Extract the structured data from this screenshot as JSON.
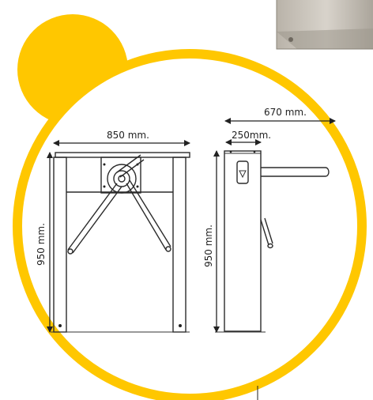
{
  "colors": {
    "accent_yellow": "#FFC700",
    "ink": "#2b2b2b",
    "steel": "#c8c2b8",
    "background": "#ffffff"
  },
  "dimensions": {
    "front_width": "850 mm.",
    "front_height": "950 mm.",
    "side_depth": "250mm.",
    "side_arm_reach": "670 mm.",
    "side_height": "950 mm."
  }
}
